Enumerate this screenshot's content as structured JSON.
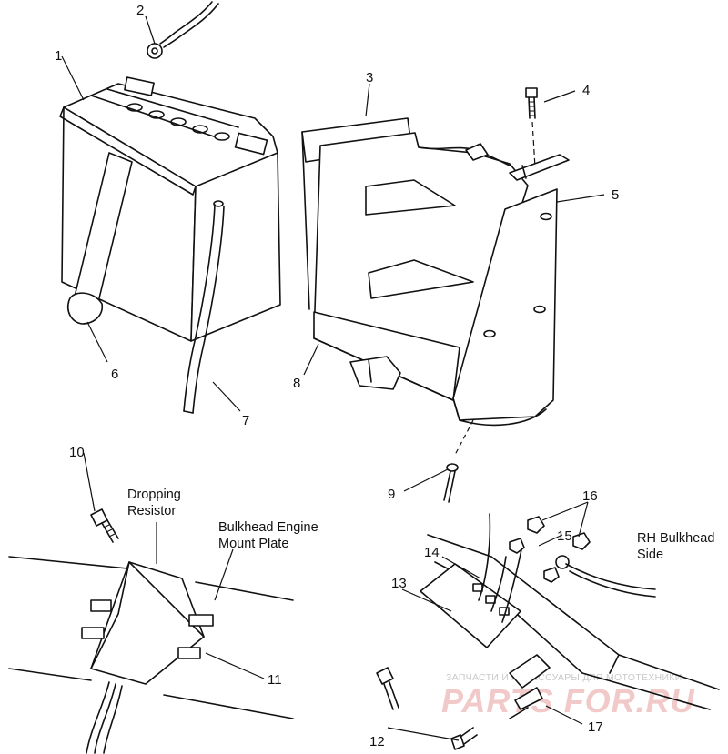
{
  "callouts": {
    "c1": "1",
    "c2": "2",
    "c3": "3",
    "c4": "4",
    "c5": "5",
    "c6": "6",
    "c7": "7",
    "c8": "8",
    "c9": "9",
    "c10": "10",
    "c11": "11",
    "c12": "12",
    "c13": "13",
    "c14": "14",
    "c15": "15",
    "c16": "16",
    "c17": "17"
  },
  "labels": {
    "dropping_resistor_1": "Dropping",
    "dropping_resistor_2": "Resistor",
    "bulkhead_plate_1": "Bulkhead Engine",
    "bulkhead_plate_2": "Mount Plate",
    "rh_bulkhead_1": "RH Bulkhead",
    "rh_bulkhead_2": "Side"
  },
  "watermark": {
    "line1": "ЗАПЧАСТИ И АКСЕССУАРЫ ДЛЯ МОТОТЕХНИКИ",
    "line2": "PARTS FOR.RU"
  }
}
